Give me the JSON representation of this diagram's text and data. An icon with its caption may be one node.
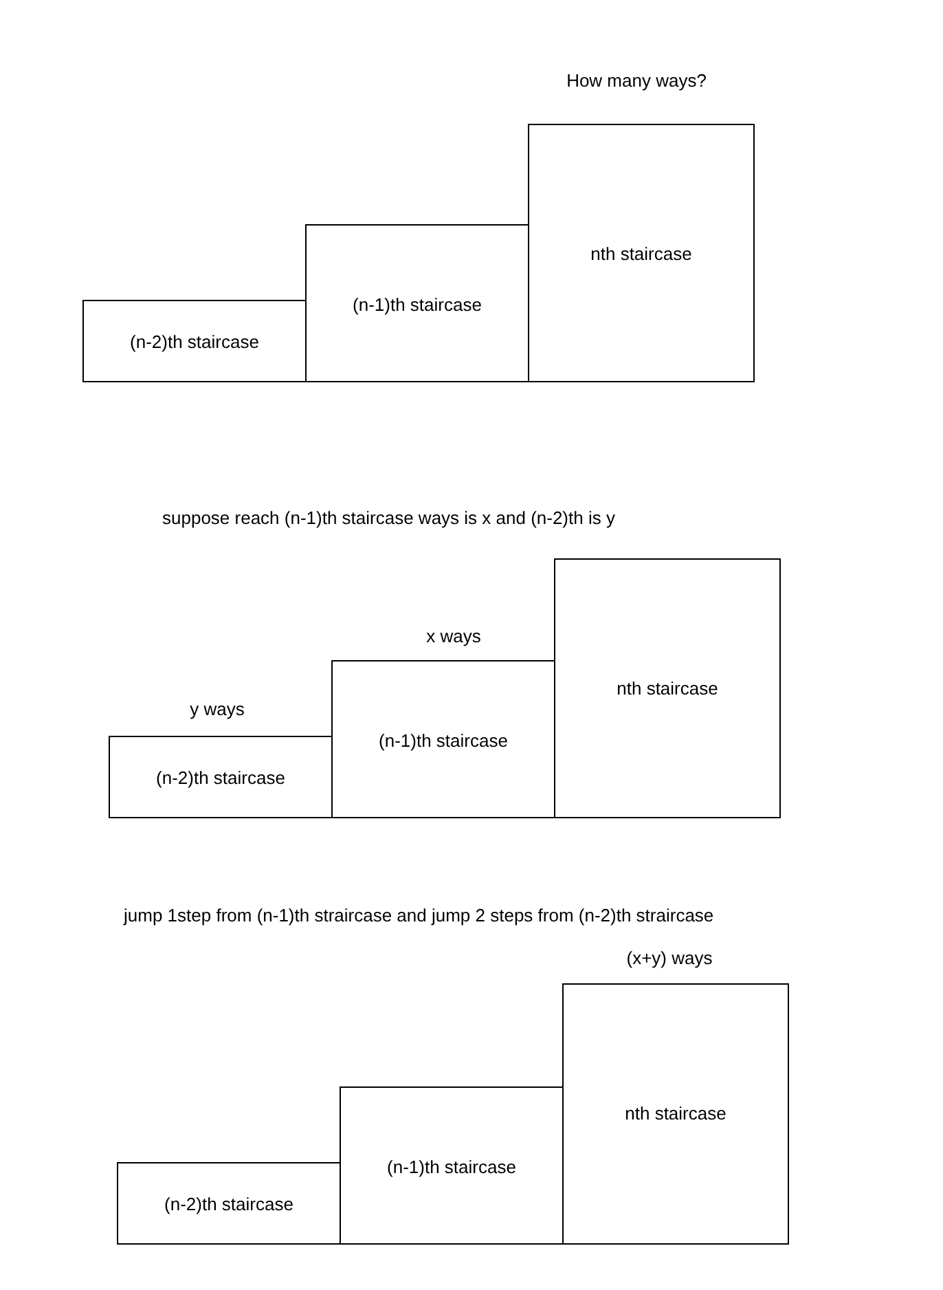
{
  "diagram": {
    "nodes": [
      {
        "text": [
          "(n-2)th staircase"
        ]
      },
      {
        "text": [
          "(n-1)th staircase"
        ]
      },
      {
        "text": [
          "nth staircase"
        ],
        "beside": [
          "How many ways?"
        ]
      },
      {
        "text": [
          "(n-2)th staircase"
        ],
        "beside": [
          "y ways"
        ]
      },
      {
        "text": [
          "(n-1)th staircase"
        ],
        "beside": [
          "x ways"
        ]
      },
      {
        "text": [
          "nth staircase"
        ]
      },
      {
        "text": [
          "(n-2)th staircase"
        ]
      },
      {
        "text": [
          "(n-1)th staircase"
        ]
      },
      {
        "text": [
          "nth staircase"
        ],
        "beside": [
          "(x+y) ways"
        ]
      }
    ],
    "edges": [],
    "labels": [
      "suppose reach (n-1)th staircase ways is x and (n-2)th is y",
      "jump 1step from (n-1)th straircase and jump 2 steps from (n-2)th straircase"
    ]
  }
}
